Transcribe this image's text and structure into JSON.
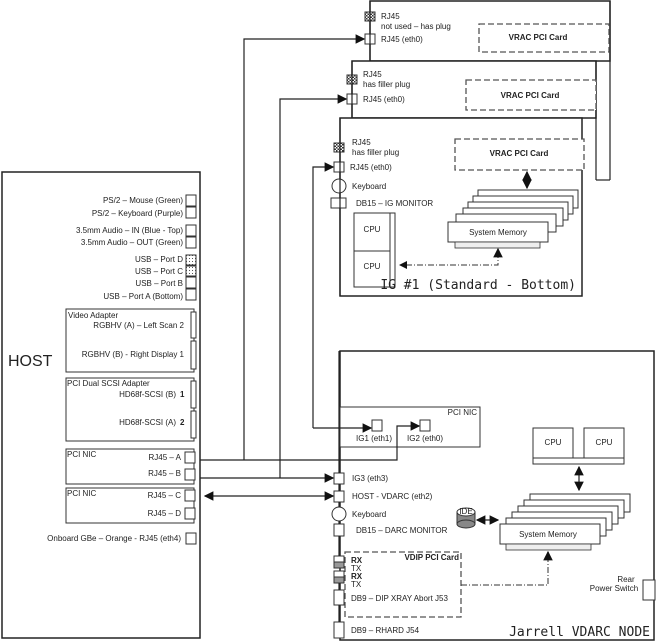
{
  "host": {
    "title": "HOST",
    "ports": [
      {
        "label": "PS/2 – Mouse (Green)"
      },
      {
        "label": "PS/2 – Keyboard (Purple)"
      },
      {
        "label": "3.5mm Audio – IN (Blue - Top)"
      },
      {
        "label": "3.5mm Audio – OUT (Green)"
      },
      {
        "label": "USB – Port D"
      },
      {
        "label": "USB – Port C"
      },
      {
        "label": "USB – Port B"
      },
      {
        "label": "USB – Port A (Bottom)"
      }
    ],
    "video_adapter": {
      "title": "Video Adapter",
      "port_a": "RGBHV (A) – Left Scan 2",
      "port_b": "RGBHV (B) - Right Display 1"
    },
    "scsi_adapter": {
      "title": "PCI Dual SCSI Adapter",
      "port_b": "HD68f-SCSI (B)",
      "port_b_num": "1",
      "port_a": "HD68f-SCSI (A)",
      "port_a_num": "2"
    },
    "nic1": {
      "title": "PCI NIC",
      "port_a": "RJ45 – A",
      "port_b": "RJ45 – B"
    },
    "nic2": {
      "title": "PCI NIC",
      "port_c": "RJ45 – C",
      "port_d": "RJ45 – D"
    },
    "onboard": "Onboard GBe – Orange -  RJ45 (eth4)"
  },
  "ig3": {
    "rj45_plug": "RJ45",
    "rj45_plug_note": "not used – has plug",
    "rj45_eth0": "RJ45 (eth0)",
    "vrac": "VRAC PCI Card"
  },
  "ig2": {
    "rj45_plug": "RJ45",
    "rj45_plug_note": "has filler plug",
    "rj45_eth0": "RJ45 (eth0)",
    "vrac": "VRAC PCI Card"
  },
  "ig1": {
    "rj45_plug": "RJ45",
    "rj45_plug_note": "has filler plug",
    "rj45_eth0": "RJ45 (eth0)",
    "keyboard": "Keyboard",
    "monitor": "DB15 – IG MONITOR",
    "vrac": "VRAC PCI Card",
    "cpu1": "CPU",
    "cpu2": "CPU",
    "memory": "System Memory",
    "title": "IG #1 (Standard - Bottom)"
  },
  "vdarc": {
    "pci_nic": "PCI NIC",
    "ig1_port": "IG1 (eth1)",
    "ig2_port": "IG2 (eth0)",
    "ig3_port": "IG3 (eth3)",
    "host_port": "HOST - VDARC (eth2)",
    "keyboard": "Keyboard",
    "monitor": "DB15 – DARC MONITOR",
    "ide": "IDE",
    "cpu1": "CPU",
    "cpu2": "CPU",
    "memory": "System Memory",
    "vdip": "VDIP PCI Card",
    "rx1": "RX",
    "tx1": "TX",
    "rx2": "RX",
    "tx2": "TX",
    "db9_abort": "DB9 – DIP XRAY Abort J53",
    "db9_rhard": "DB9 – RHARD J54",
    "rear_power_1": "Rear",
    "rear_power_2": "Power Switch",
    "title": "Jarrell VDARC NODE"
  }
}
